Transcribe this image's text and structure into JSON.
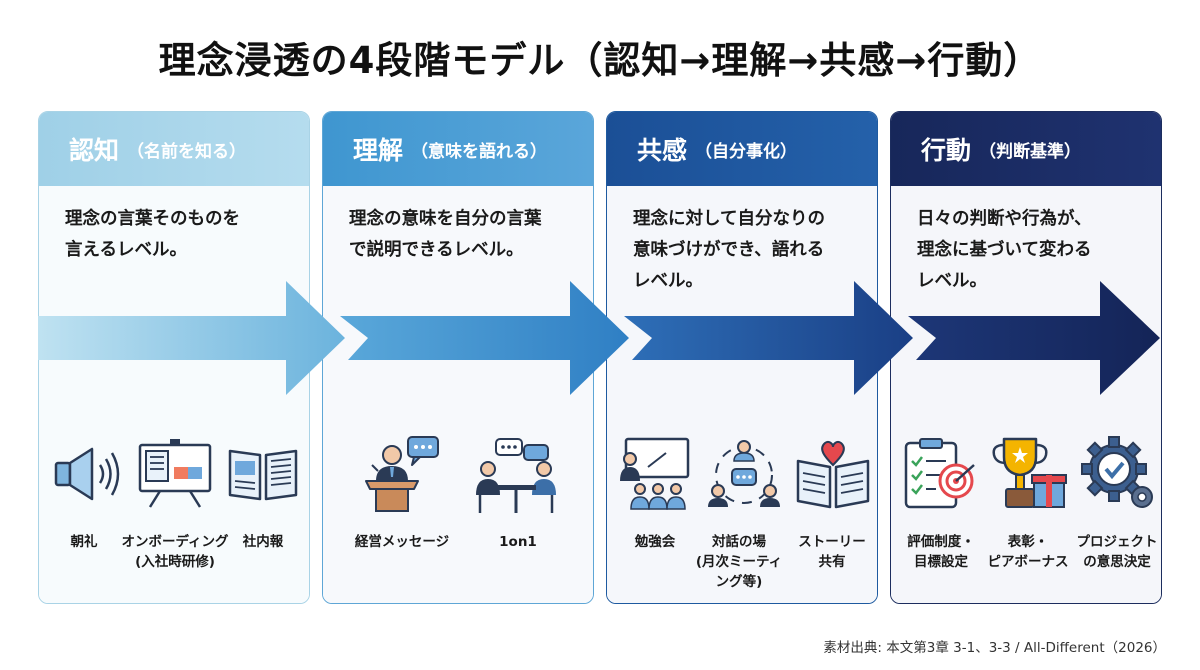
{
  "title": "理念浸透の4段階モデル（認知→理解→共感→行動）",
  "stages": [
    {
      "name": "認知",
      "sub": "（名前を知る）",
      "desc_lines": [
        "理念の言葉そのものを",
        "言えるレベル。"
      ],
      "items": [
        {
          "icon": "megaphone-icon",
          "label_lines": [
            "朝礼"
          ]
        },
        {
          "icon": "onboarding-presentation-icon",
          "label_lines": [
            "オンボーディング",
            "(入社時研修)"
          ]
        },
        {
          "icon": "open-book-icon",
          "label_lines": [
            "社内報"
          ]
        }
      ]
    },
    {
      "name": "理解",
      "sub": "（意味を語れる）",
      "desc_lines": [
        "理念の意味を自分の言葉",
        "で説明できるレベル。"
      ],
      "items": [
        {
          "icon": "speaker-podium-icon",
          "label_lines": [
            "経営メッセージ"
          ]
        },
        {
          "icon": "one-on-one-meeting-icon",
          "label_lines": [
            "1on1"
          ]
        }
      ]
    },
    {
      "name": "共感",
      "sub": "（自分事化）",
      "desc_lines": [
        "理念に対して自分なりの",
        "意味づけができ、語れる",
        "レベル。"
      ],
      "items": [
        {
          "icon": "study-session-icon",
          "label_lines": [
            "勉強会"
          ]
        },
        {
          "icon": "dialogue-circle-icon",
          "label_lines": [
            "対話の場",
            "(月次ミーティ",
            "ング等)"
          ]
        },
        {
          "icon": "heart-book-icon",
          "label_lines": [
            "ストーリー",
            "共有"
          ]
        }
      ]
    },
    {
      "name": "行動",
      "sub": "（判断基準）",
      "desc_lines": [
        "日々の判断や行為が、",
        "理念に基づいて変わる",
        "レベル。"
      ],
      "items": [
        {
          "icon": "checklist-target-icon",
          "label_lines": [
            "評価制度・",
            "目標設定"
          ]
        },
        {
          "icon": "trophy-gift-icon",
          "label_lines": [
            "表彰・",
            "ピアボーナス"
          ]
        },
        {
          "icon": "gear-check-icon",
          "label_lines": [
            "プロジェクト",
            "の意思決定"
          ]
        }
      ]
    }
  ],
  "footer": "素材出典: 本文第3章 3-1、3-3 / All-Different（2026）"
}
